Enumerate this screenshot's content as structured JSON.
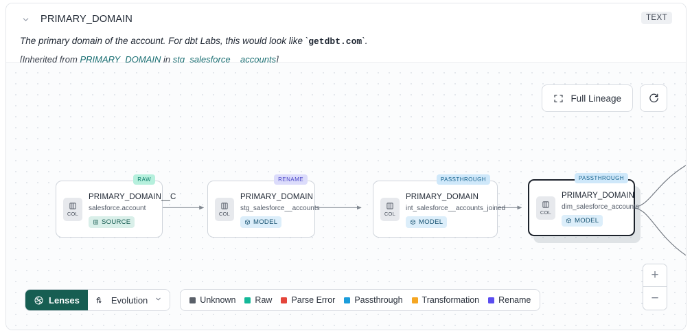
{
  "header": {
    "chevron_icon": "chevron-down-icon",
    "title": "PRIMARY_DOMAIN",
    "type_badge": "TEXT",
    "description_prefix": "The primary domain of the account. For dbt Labs, this would look like `",
    "description_code": "getdbt.com",
    "description_suffix": "`.",
    "inherited_prefix": "[Inherited from ",
    "inherited_link_column": "PRIMARY_DOMAIN",
    "inherited_middle": " in ",
    "inherited_link_model": "stg_salesforce__accounts",
    "inherited_suffix": "]"
  },
  "controls": {
    "full_lineage_label": "Full Lineage",
    "full_lineage_icon": "expand-corners-icon",
    "refresh_icon": "refresh-icon",
    "zoom_in_label": "+",
    "zoom_out_label": "−"
  },
  "graph": {
    "nodes": [
      {
        "tag": "RAW",
        "tag_kind": "raw",
        "col_label": "COL",
        "title": "PRIMARY_DOMAIN__C",
        "subtitle": "salesforce.account",
        "type_label": "SOURCE",
        "type_kind": "source",
        "type_icon": "database-icon",
        "selected": false
      },
      {
        "tag": "RENAME",
        "tag_kind": "rename",
        "col_label": "COL",
        "title": "PRIMARY_DOMAIN",
        "subtitle": "stg_salesforce__accounts",
        "type_label": "MODEL",
        "type_kind": "model",
        "type_icon": "cube-icon",
        "selected": false
      },
      {
        "tag": "PASSTHROUGH",
        "tag_kind": "passthrough",
        "col_label": "COL",
        "title": "PRIMARY_DOMAIN",
        "subtitle": "int_salesforce__accounts_joined",
        "type_label": "MODEL",
        "type_kind": "model",
        "type_icon": "cube-icon",
        "selected": false
      },
      {
        "tag": "PASSTHROUGH",
        "tag_kind": "passthrough",
        "col_label": "COL",
        "title": "PRIMARY_DOMAIN",
        "subtitle": "dim_salesforce_accounts",
        "type_label": "MODEL",
        "type_kind": "model",
        "type_icon": "cube-icon",
        "selected": true
      }
    ]
  },
  "bottom": {
    "lenses_label": "Lenses",
    "lenses_icon": "lens-aperture-icon",
    "evolution_label": "Evolution",
    "evolution_icon": "evolution-arrows-icon",
    "evolution_chevron": "chevron-down-icon",
    "legend": [
      {
        "label": "Unknown",
        "color": "#5a6069"
      },
      {
        "label": "Raw",
        "color": "#14b898"
      },
      {
        "label": "Parse Error",
        "color": "#e4453a"
      },
      {
        "label": "Passthrough",
        "color": "#1b9ddb"
      },
      {
        "label": "Transformation",
        "color": "#f5a623"
      },
      {
        "label": "Rename",
        "color": "#5b4df0"
      }
    ]
  }
}
